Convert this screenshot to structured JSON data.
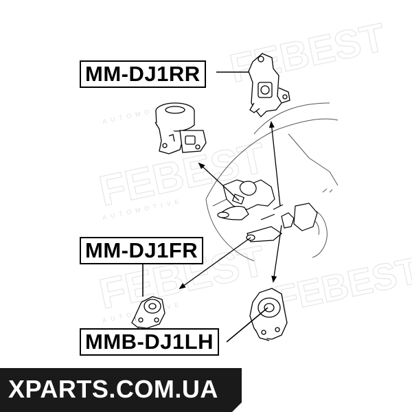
{
  "labels": {
    "rear_mount": "MM-DJ1RR",
    "front_mount": "MM-DJ1FR",
    "left_mount": "MMB-DJ1LH"
  },
  "watermark": {
    "brand": "FEBEST",
    "brand_sub": "AUTOMOTIVE",
    "site": "XPARTS.COM.UA"
  },
  "colors": {
    "line": "#000000",
    "banner": "#1a1a1a",
    "watermark_outline": "#e6e6e6"
  }
}
